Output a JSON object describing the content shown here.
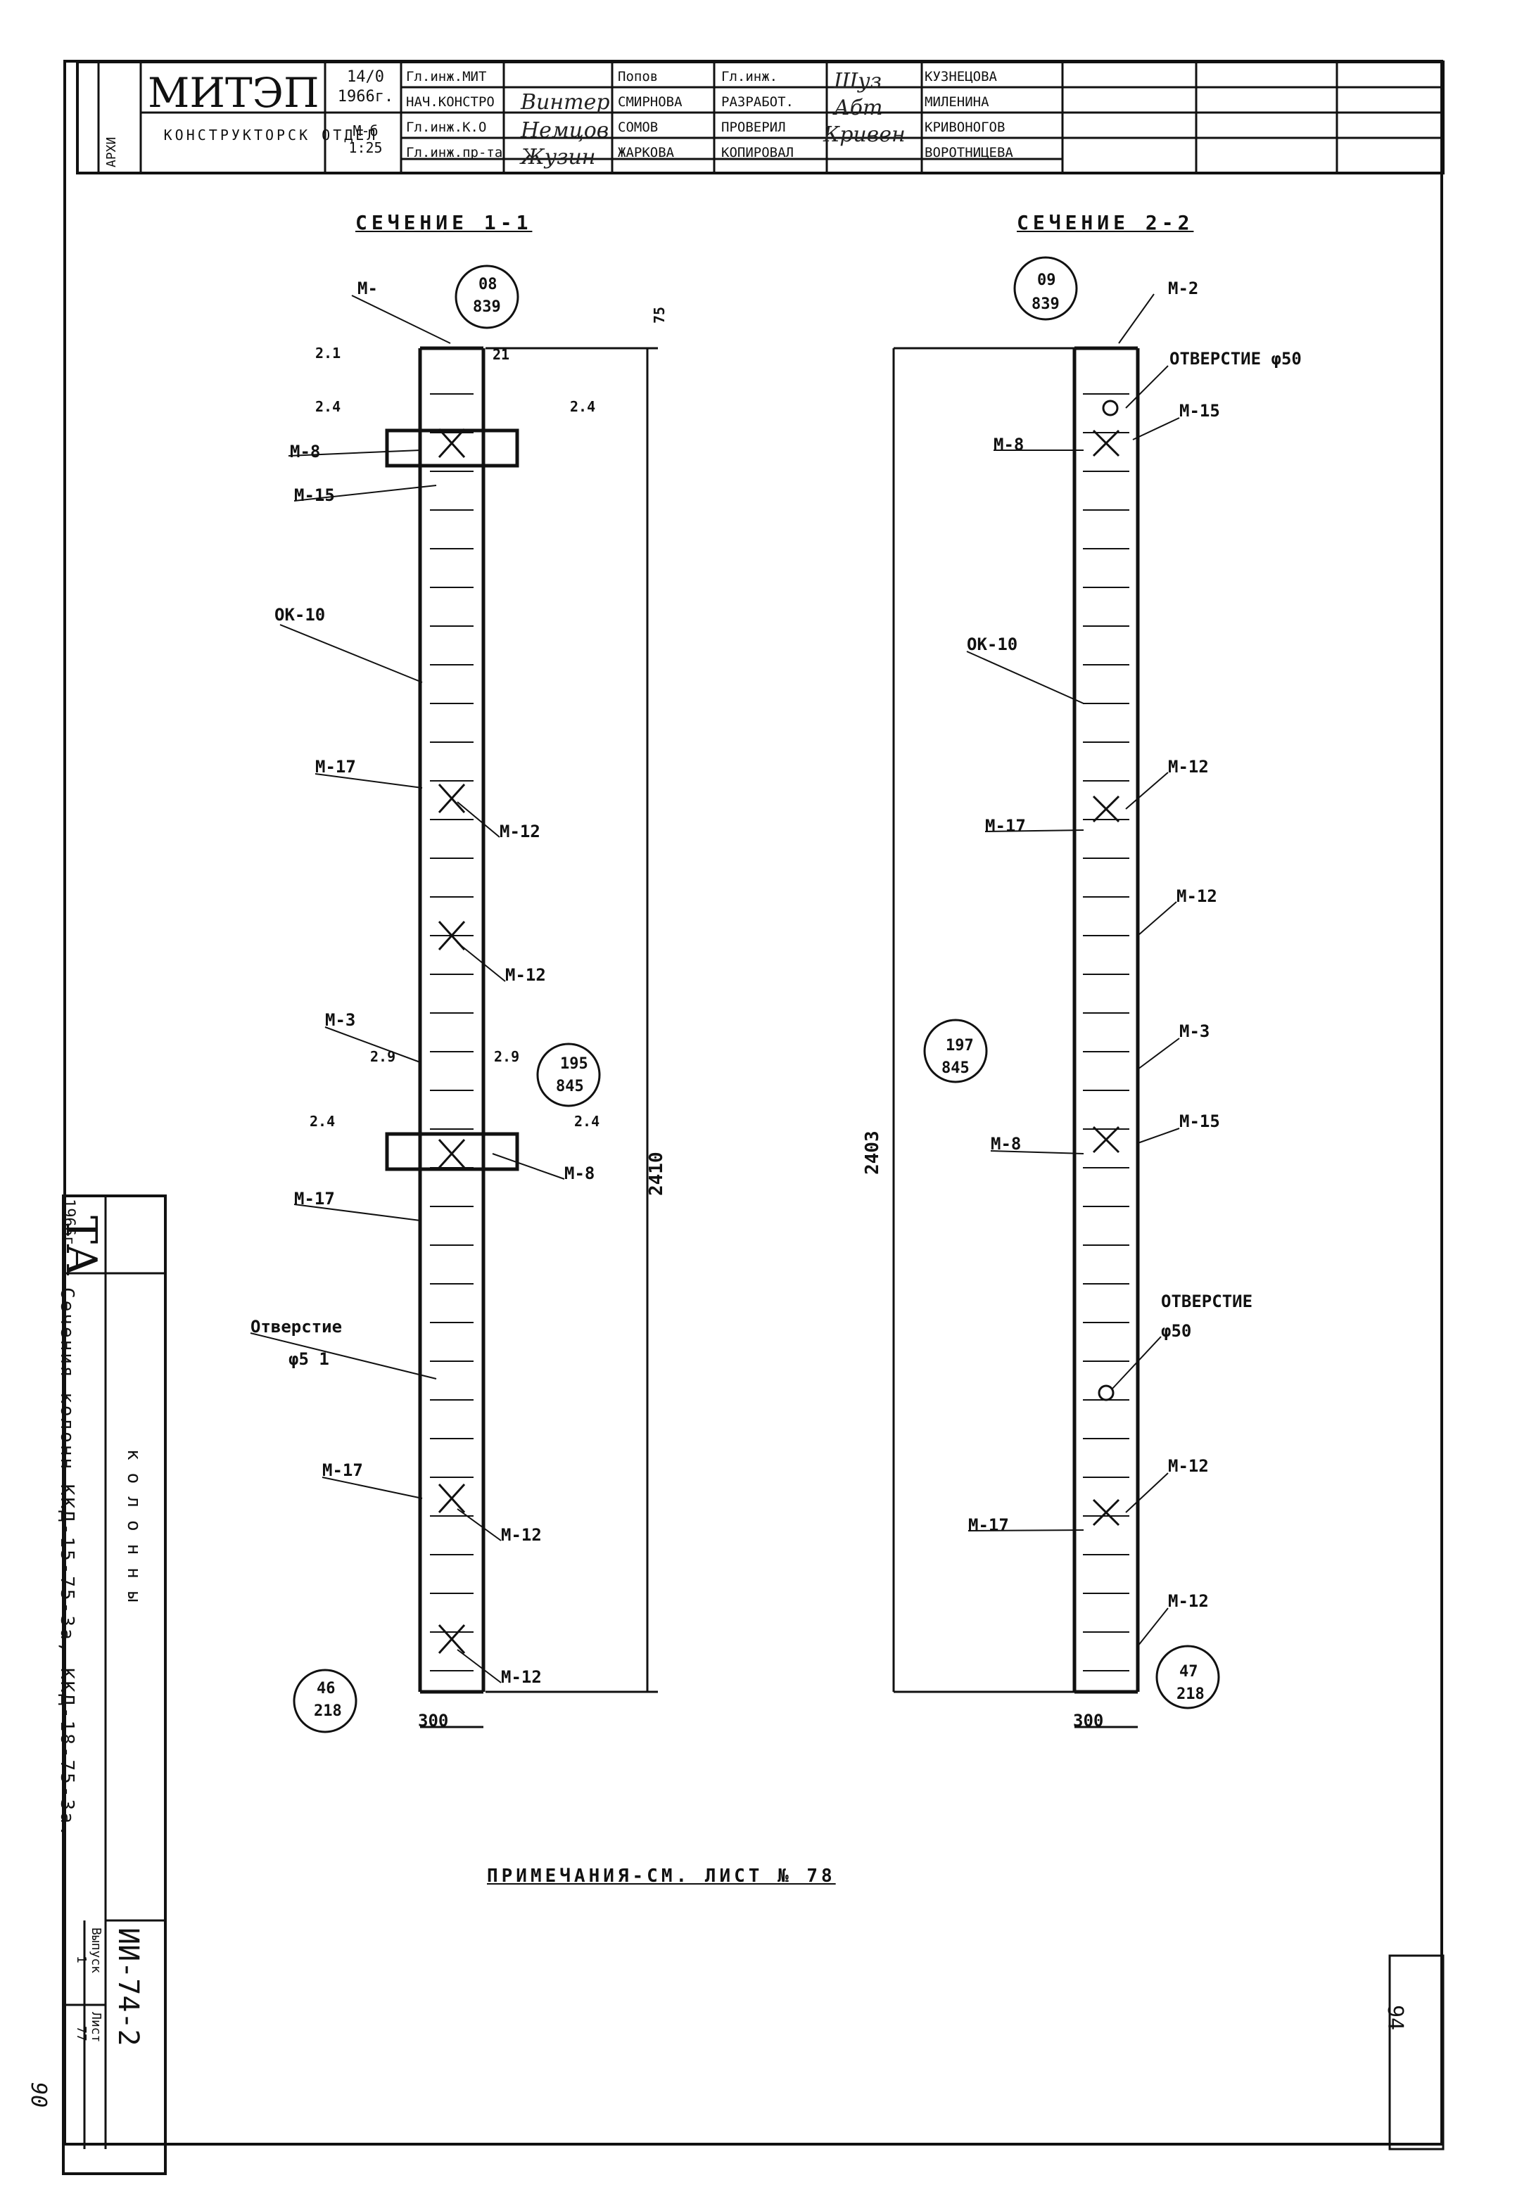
{
  "stamp": {
    "arkh": "АРХИ",
    "org": "МИТЭП",
    "dept": "КОНСТРУКТОРСК ОТДЕЛ",
    "date": "14/0 1966г.",
    "scale": "М-б 1:25",
    "roles": [
      "Гл.инж.МИТ",
      "НАЧ.КОНСТРО",
      "Гл.инж.К.О",
      "Гл.инж.пр-та"
    ],
    "names": [
      "Попов",
      "СМИРНОВА",
      "СОМОВ",
      "ЖАРКОВА"
    ],
    "roles2": [
      "Гл.инж.",
      "РАЗРАБОТ.",
      "ПРОВЕРИЛ",
      "КОПИРОВАЛ"
    ],
    "names2": [
      "КУЗНЕЦОВА",
      "МИЛЕНИНА",
      "КРИВОНОГОВ",
      "ВОРОТНИЦЕВА"
    ]
  },
  "side": {
    "ta": "ТА",
    "year": "1966г",
    "title": "Сечения колонн ККД-15-75-3а, ККД-18-75-3а.",
    "kolonny": "колонны",
    "code": "ИИ-74-2",
    "vypusk_h": "Выпуск",
    "vypusk_v": "1",
    "list_h": "Лист",
    "list_v": "77"
  },
  "section1": {
    "title": "СЕЧЕНИЕ 1-1",
    "labels": [
      "М-",
      "М-8",
      "М-15",
      "ОК-10",
      "М-17",
      "М-12",
      "М-12",
      "М-3",
      "М-8",
      "М-17",
      "Отверстие",
      "φ5 1",
      "М-17",
      "М-12",
      "М-12"
    ],
    "dims": [
      "75",
      "21",
      "2410",
      "300",
      "2.1",
      "2.4",
      "2.4",
      "2.9",
      "2.9",
      "2.4",
      "2.4"
    ],
    "bubbles": [
      [
        "08",
        "839"
      ],
      [
        "195",
        "845"
      ],
      [
        "46",
        "218"
      ]
    ]
  },
  "section2": {
    "title": "СЕЧЕНИЕ 2-2",
    "labels": [
      "М-2",
      "ОТВЕРСТИЕ φ50",
      "М-15",
      "М-8",
      "ОК-10",
      "М-12",
      "М-17",
      "М-12",
      "М-3",
      "М-15",
      "М-8",
      "ОТВЕРСТИЕ",
      "φ50",
      "М-12",
      "М-17",
      "М-12"
    ],
    "dims": [
      "2403",
      "300"
    ],
    "bubbles": [
      [
        "09",
        "839"
      ],
      [
        "197",
        "845"
      ],
      [
        "47",
        "218"
      ]
    ]
  },
  "note": "ПРИМЕЧАНИЯ-СМ. ЛИСТ № 78",
  "page_number": "94",
  "margin_mark": "90"
}
